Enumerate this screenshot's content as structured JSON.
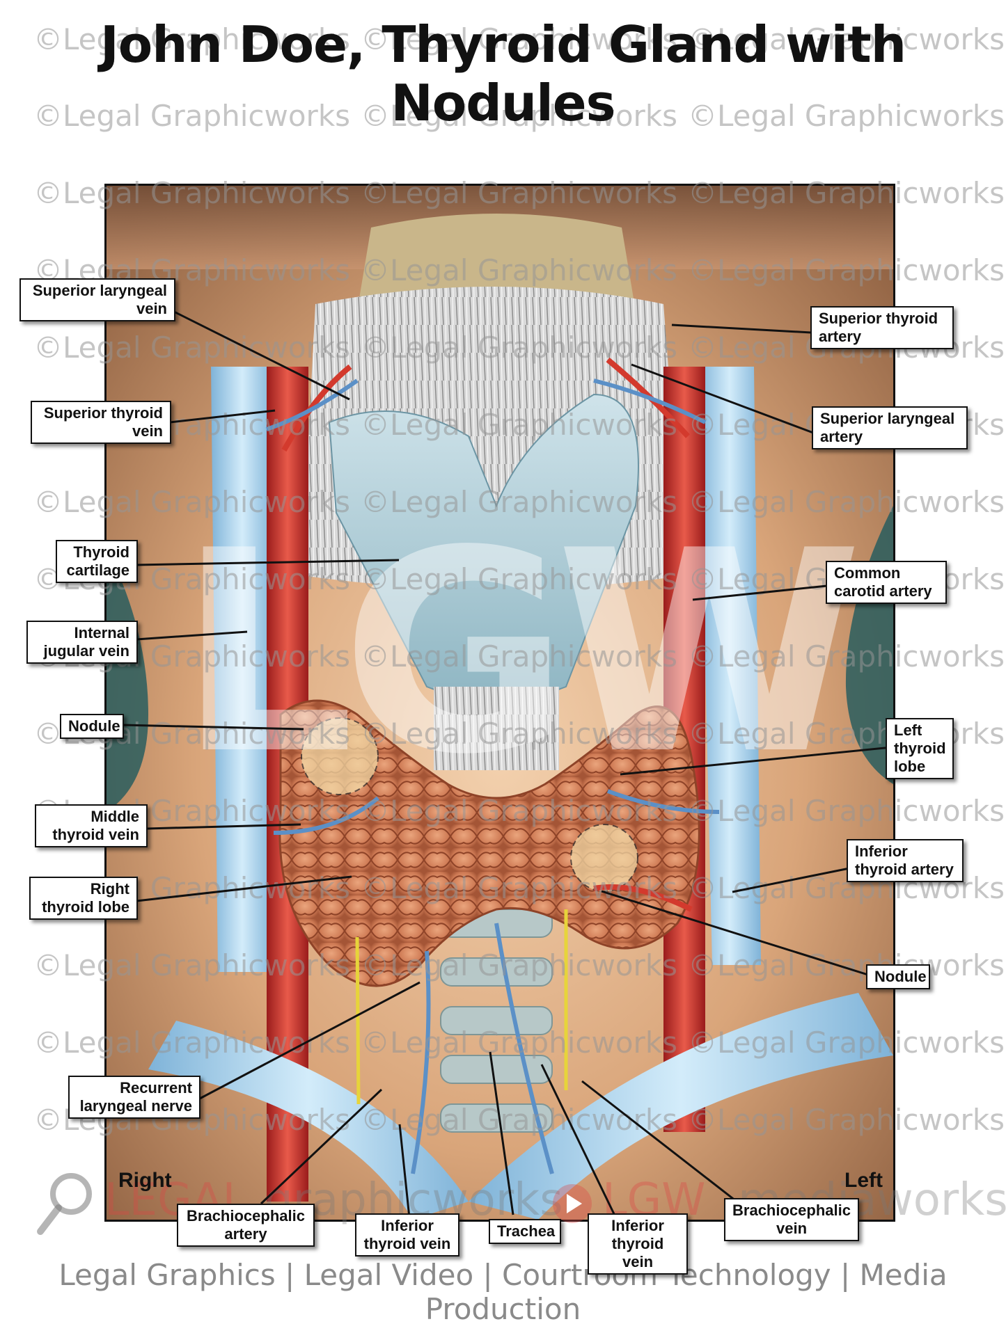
{
  "title": "John Doe, Thyroid Gland with Nodules",
  "watermark": "©Legal Graphicworks",
  "center_watermark": "LGW",
  "side_labels": {
    "right": "Right",
    "left": "Left"
  },
  "brand": {
    "legal": "LEGAL",
    "graphicworks": "graphicworks",
    "lgw": "LGW",
    "mediaworks": "mediaworks"
  },
  "footer": "Legal Graphics | Legal Video | Courtroom Technology | Media Production",
  "labels": {
    "superior_laryngeal_vein": [
      "Superior laryngeal",
      "vein"
    ],
    "superior_thyroid_vein": [
      "Superior thyroid",
      "vein"
    ],
    "thyroid_cartilage": [
      "Thyroid",
      "cartilage"
    ],
    "internal_jugular_vein": [
      "Internal",
      "jugular vein"
    ],
    "nodule_right": [
      "Nodule"
    ],
    "middle_thyroid_vein": [
      "Middle",
      "thyroid vein"
    ],
    "right_thyroid_lobe": [
      "Right",
      "thyroid lobe"
    ],
    "recurrent_laryngeal_nerve": [
      "Recurrent",
      "laryngeal nerve"
    ],
    "brachiocephalic_artery": [
      "Brachiocephalic",
      "artery"
    ],
    "inferior_thyroid_vein_right": [
      "Inferior",
      "thyroid vein"
    ],
    "trachea": [
      "Trachea"
    ],
    "inferior_thyroid_vein_left": [
      "Inferior",
      "thyroid vein"
    ],
    "brachiocephalic_vein": [
      "Brachiocephalic",
      "vein"
    ],
    "superior_thyroid_artery": [
      "Superior thyroid",
      "artery"
    ],
    "superior_laryngeal_artery": [
      "Superior laryngeal",
      "artery"
    ],
    "common_carotid_artery": [
      "Common",
      "carotid artery"
    ],
    "left_thyroid_lobe": [
      "Left",
      "thyroid",
      "lobe"
    ],
    "inferior_thyroid_artery": [
      "Inferior",
      "thyroid artery"
    ],
    "nodule_left": [
      "Nodule"
    ]
  }
}
